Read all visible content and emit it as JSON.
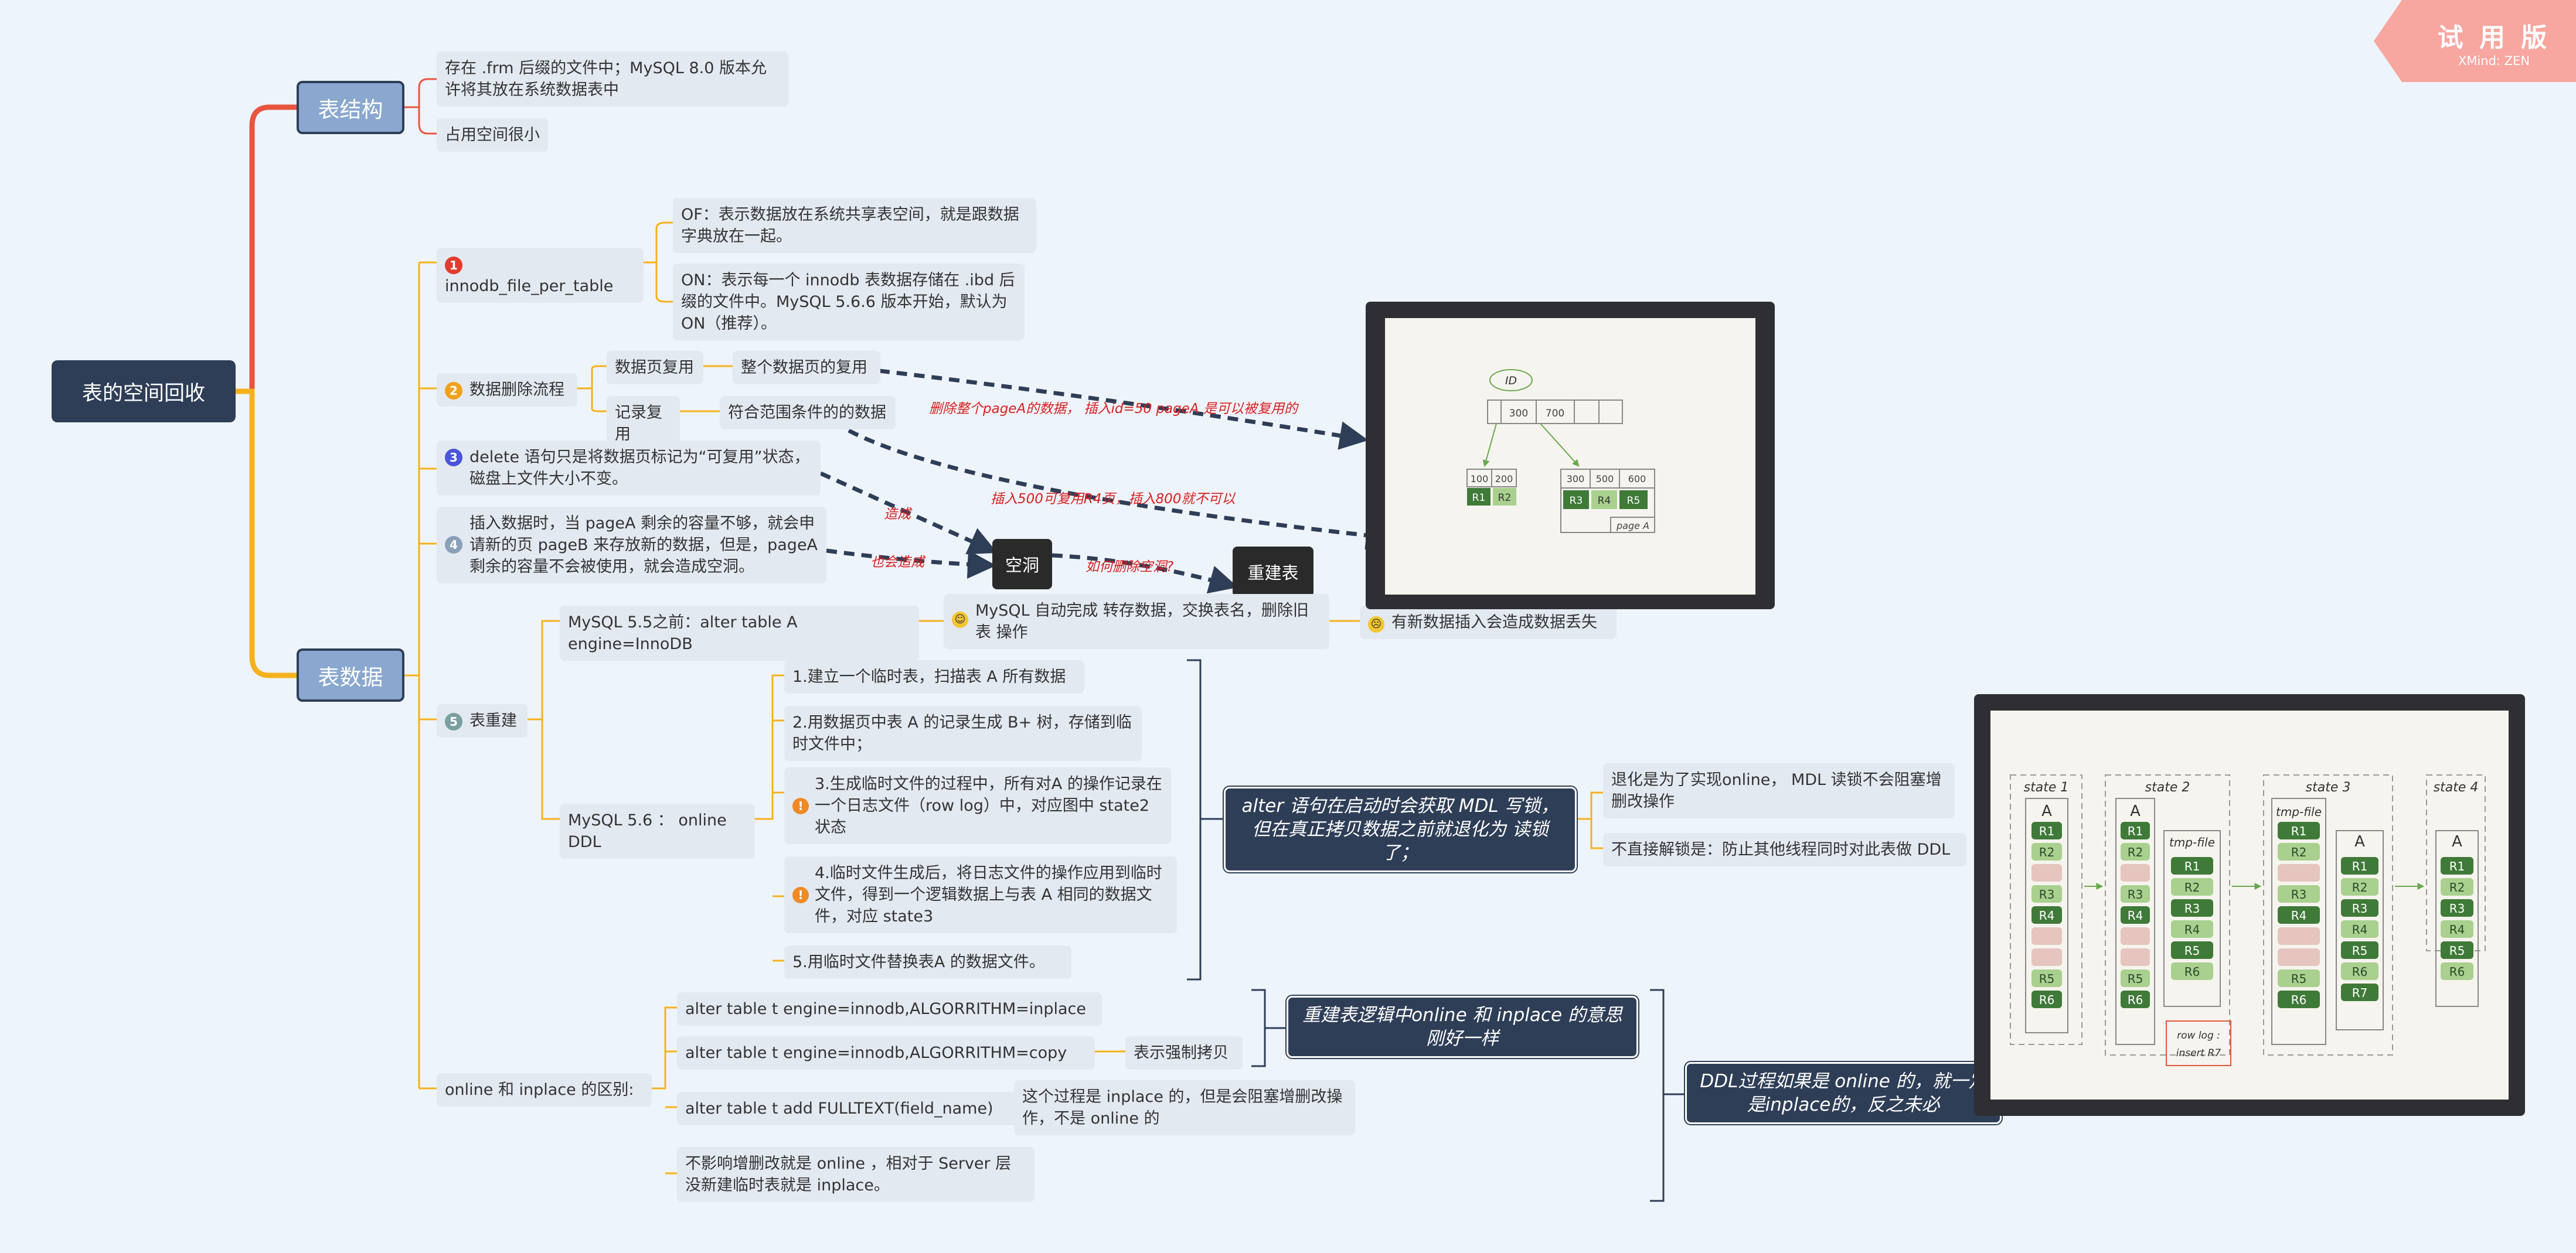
{
  "title": "表的空间回收",
  "table_structure": {
    "label": "表结构",
    "storage_note": "存在 .frm 后缀的文件中；MySQL 8.0 版本允许将其放在系统数据表中",
    "size_note": "占用空间很小"
  },
  "table_data": {
    "label": "表数据",
    "innodb_file_per_table": {
      "label": "innodb_file_per_table",
      "off_desc": "OF：表示数据放在系统共享表空间，就是跟数据字典放在一起。",
      "on_desc": "ON：表示每一个 innodb 表数据存储在 .ibd 后缀的文件中。MySQL 5.6.6 版本开始，默认为 ON（推荐）。"
    },
    "delete_flow": {
      "label": "数据删除流程",
      "page_reuse": "数据页复用",
      "page_reuse_desc": "整个数据页的复用",
      "record_reuse": "记录复用",
      "record_reuse_desc": "符合范围条件的的数据"
    },
    "delete_statement": "delete 语句只是将数据页标记为“可复用”状态，磁盘上文件大小不变。",
    "insert_note": "插入数据时，当 pageA 剩余的容量不够，就会申请新的页 pageB 来存放新的数据，但是，pageA 剩余的容量不会被使用，就会造成空洞。",
    "hole": "空洞",
    "rebuild": "重建表",
    "rebuild_table": {
      "label": "表重建",
      "mysql55": "MySQL 5.5之前：alter table A engine=InnoDB",
      "mysql55_desc": "MySQL 自动完成 转存数据，交换表名，删除旧表 操作",
      "mysql55_warn": "有新数据插入会造成数据丢失",
      "mysql56": "MySQL 5.6 ： online DDL",
      "steps": [
        "1.建立一个临时表，扫描表 A 所有数据",
        "2.用数据页中表 A 的记录生成 B+ 树，存储到临时文件中；",
        "3.生成临时文件的过程中，所有对A 的操作记录在一个日志文件（row log）中，对应图中 state2 状态",
        "4.临时文件生成后，将日志文件的操作应用到临时文件，得到一个逻辑数据上与表 A 相同的数据文件，对应 state3",
        "5.用临时文件替换表A 的数据文件。"
      ],
      "mdl_callout": "alter 语句在启动时会获取 MDL 写锁，但在真正拷贝数据之前就退化为 读锁 了；",
      "mdl_reason1": "退化是为了实现online， MDL 读锁不会阻塞增删改操作",
      "mdl_reason2": "不直接解锁是：防止其他线程同时对此表做 DDL"
    },
    "online_inplace": {
      "label": "online 和 inplace 的区别:",
      "inplace_cmd": "alter table t engine=innodb,ALGORRITHM=inplace",
      "copy_cmd": "alter table t engine=innodb,ALGORRITHM=copy",
      "copy_desc": "表示强制拷贝",
      "same_callout": "重建表逻辑中online 和 inplace 的意思刚好一样",
      "fulltext_cmd": "alter table t add FULLTEXT(field_name)",
      "fulltext_desc": "这个过程是 inplace 的，但是会阻塞增删改操作，不是 online 的",
      "server_note": "不影响增删改就是 online ，相对于 Server 层没新建临时表就是 inplace。",
      "ddl_callout": "DDL过程如果是 online 的，就一定是inplace的，反之未必"
    }
  },
  "annotations": {
    "reuse_page": "删除整个pageA的数据， 插入id=50 pageA 是可以被复用的",
    "reuse_record": "插入500可复用R4页，插入800就不可以",
    "cause": "造成",
    "also_cause": "也会造成",
    "how_remove": "如何删除空洞?"
  },
  "figure_btree": {
    "root": "ID",
    "root_keys": [
      "300",
      "700",
      "",
      ""
    ],
    "left_keys": [
      "100",
      "200"
    ],
    "left_records": [
      "R1",
      "R2"
    ],
    "right_keys": [
      "300",
      "500",
      "600"
    ],
    "right_records": [
      "R3",
      "R4",
      "R5"
    ],
    "page_label": "page A"
  },
  "figure_states": {
    "states": [
      "state 1",
      "state 2",
      "state 3",
      "state 4"
    ],
    "table_label": "A",
    "tmp_file_label": "tmp-file",
    "row_log_label": "row log :",
    "row_log_entry": "insert R7",
    "rows_a": [
      "R1",
      "R2",
      "",
      "R3",
      "R4",
      "",
      "",
      "R5",
      "R6"
    ],
    "rows_tmp": [
      "R1",
      "R2",
      "R3",
      "R4",
      "R5",
      "R6",
      "R7"
    ]
  },
  "watermark": {
    "title": "试 用 版",
    "subtitle": "XMind: ZEN"
  },
  "colors": {
    "root": "#2f3e57",
    "main_node": "#8aa7cf",
    "branch_red": "#e8553f",
    "branch_orange": "#f5b21c",
    "annotation": "#d92020"
  }
}
